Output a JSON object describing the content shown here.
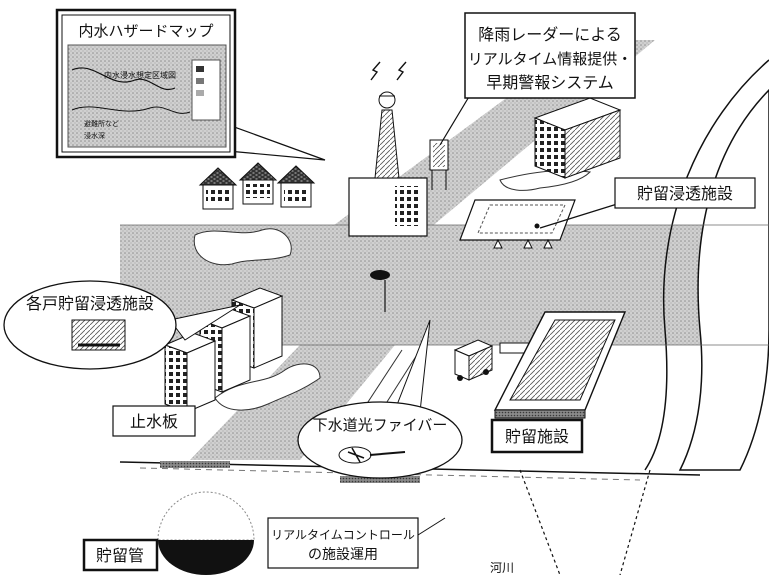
{
  "colors": {
    "ink": "#111111",
    "road": "#c9c9c9",
    "ground": "#ffffff",
    "water": "#e4e4e4"
  },
  "labels": {
    "hazard_map_title": "内水ハザードマップ",
    "radar_line1": "降雨レーダーによる",
    "radar_line2": "リアルタイム情報提供・",
    "radar_line3": "早期警報システム",
    "storage_infiltration": "貯留浸透施設",
    "household_storage": "各戸貯留浸透施設",
    "flood_board": "止水板",
    "sewer_fiber": "下水道光ファイバー",
    "storage_facility": "貯留施設",
    "storage_pipe": "貯留管",
    "rtc_line1": "リアルタイムコントロール",
    "rtc_line2": "の施設運用",
    "river": "河川"
  },
  "map_inset": {
    "text1": "内水浸水想定区域図",
    "text2": "避難所など",
    "text3": "浸水深"
  }
}
